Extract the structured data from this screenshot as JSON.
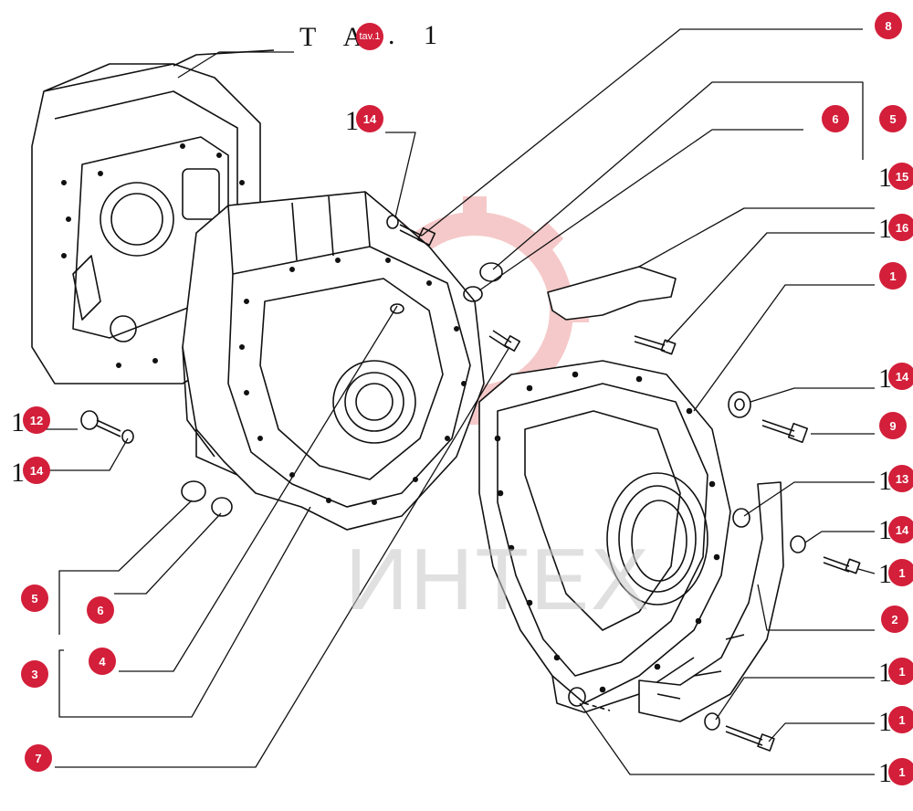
{
  "title": {
    "left": "T A",
    "tag": "tav.1",
    "right": ". 1"
  },
  "watermark": "ИНТЕХ",
  "colors": {
    "badge": "#d31f3a",
    "line": "#111111",
    "watermark": "#e03030"
  },
  "callouts": [
    {
      "id": "c8",
      "prefix": "",
      "number": "8"
    },
    {
      "id": "c5a",
      "prefix": "",
      "number": "5"
    },
    {
      "id": "c6a",
      "prefix": "",
      "number": "6"
    },
    {
      "id": "c14a",
      "prefix": "1",
      "number": "14"
    },
    {
      "id": "c15",
      "prefix": "1",
      "number": "15"
    },
    {
      "id": "c16",
      "prefix": "1",
      "number": "16"
    },
    {
      "id": "c1",
      "prefix": "",
      "number": "1"
    },
    {
      "id": "c14b",
      "prefix": "1",
      "number": "14"
    },
    {
      "id": "c9",
      "prefix": "",
      "number": "9"
    },
    {
      "id": "c13",
      "prefix": "1",
      "number": "13"
    },
    {
      "id": "c14c",
      "prefix": "1",
      "number": "14"
    },
    {
      "id": "c1x",
      "prefix": "1",
      "number": "1"
    },
    {
      "id": "c2",
      "prefix": "",
      "number": "2"
    },
    {
      "id": "c1y",
      "prefix": "1",
      "number": "1"
    },
    {
      "id": "c1z",
      "prefix": "1",
      "number": "1"
    },
    {
      "id": "c1w",
      "prefix": "1",
      "number": "1"
    },
    {
      "id": "c12",
      "prefix": "1",
      "number": "12"
    },
    {
      "id": "c14d",
      "prefix": "1",
      "number": "14"
    },
    {
      "id": "c5b",
      "prefix": "",
      "number": "5"
    },
    {
      "id": "c6b",
      "prefix": "",
      "number": "6"
    },
    {
      "id": "c3",
      "prefix": "",
      "number": "3"
    },
    {
      "id": "c4",
      "prefix": "",
      "number": "4"
    },
    {
      "id": "c7",
      "prefix": "",
      "number": "7"
    }
  ]
}
